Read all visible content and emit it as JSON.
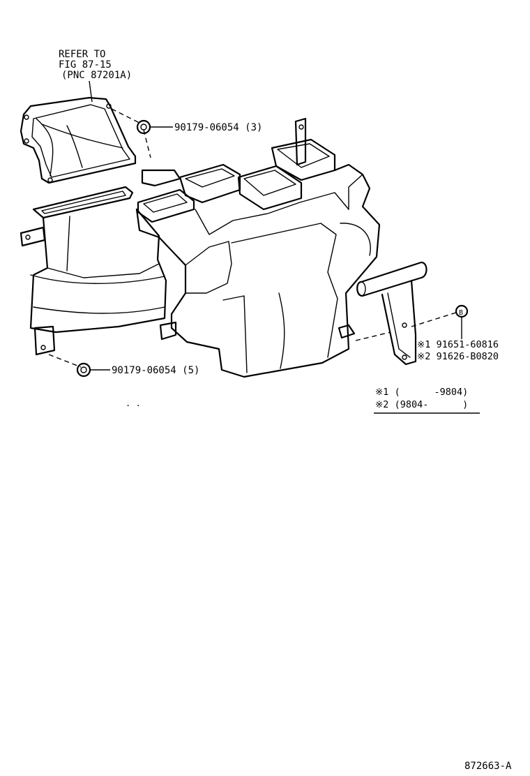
{
  "refer_note": {
    "line1": "REFER TO",
    "line2": "FIG 87-15",
    "line3": "(PNC 87201A)"
  },
  "callouts": {
    "nut_top": "90179-06054 (3)",
    "nut_bottom": "90179-06054 (5)",
    "bolt_symbol": "B",
    "part_1": "※1 91651-60816",
    "part_2": "※2 91626-B0820"
  },
  "applicability": {
    "row1": "※1 (      -9804)",
    "row2": "※2 (9804-      )"
  },
  "stray_mark": ". .",
  "illustration_id": "872663-A"
}
